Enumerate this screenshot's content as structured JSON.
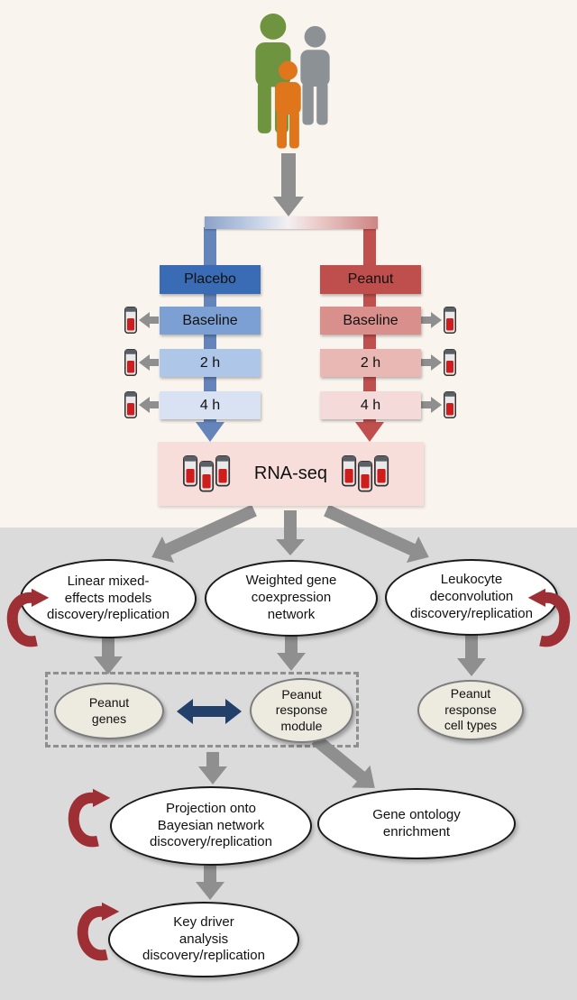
{
  "figure": {
    "kind": "study-design-flowchart"
  },
  "colors": {
    "top_background": "#faf4ee",
    "bottom_background": "#dbdbdb",
    "placebo_blue": "#3a6cb5",
    "placebo_baseline_blue": "#7da0d4",
    "placebo_2h_blue": "#aec6e8",
    "placebo_4h_blue": "#d8e2f3",
    "peanut_red": "#bf4f4c",
    "peanut_baseline_red": "#d9908d",
    "peanut_2h_red": "#e9b8b5",
    "peanut_4h_red": "#f4dad8",
    "rnaseq_pink": "#f8dedb",
    "flow_arrow_gray": "#8f8f8f",
    "loop_arrow_red": "#9d2f35",
    "bidirectional_arrow_navy": "#23406a",
    "module_ellipse_fill": "#edeadf"
  },
  "icons": {
    "participants": "people-group-icon",
    "sample": "blood-tube-icon",
    "replication": "loop-arrow-icon",
    "association": "double-headed-arrow-icon"
  },
  "arms": [
    {
      "label": "Placebo",
      "timepoints": [
        "Baseline",
        "2 h",
        "4 h"
      ]
    },
    {
      "label": "Peanut",
      "timepoints": [
        "Baseline",
        "2 h",
        "4 h"
      ]
    }
  ],
  "sequencing": {
    "label": "RNA-seq"
  },
  "analysis": {
    "linear_mixed_effects": [
      "Linear mixed-",
      "effects models",
      "discovery/replication"
    ],
    "wgcna": [
      "Weighted gene",
      "coexpression",
      "network"
    ],
    "leukocyte_deconvolution": [
      "Leukocyte",
      "deconvolution",
      "discovery/replication"
    ],
    "peanut_genes": [
      "Peanut",
      "genes"
    ],
    "peanut_response_module": [
      "Peanut",
      "response",
      "module"
    ],
    "peanut_response_cell_types": [
      "Peanut",
      "response",
      "cell types"
    ],
    "bayesian_projection": [
      "Projection onto",
      "Bayesian network",
      "discovery/replication"
    ],
    "gene_ontology": [
      "Gene ontology",
      "enrichment"
    ],
    "key_driver": [
      "Key driver",
      "analysis",
      "discovery/replication"
    ]
  }
}
